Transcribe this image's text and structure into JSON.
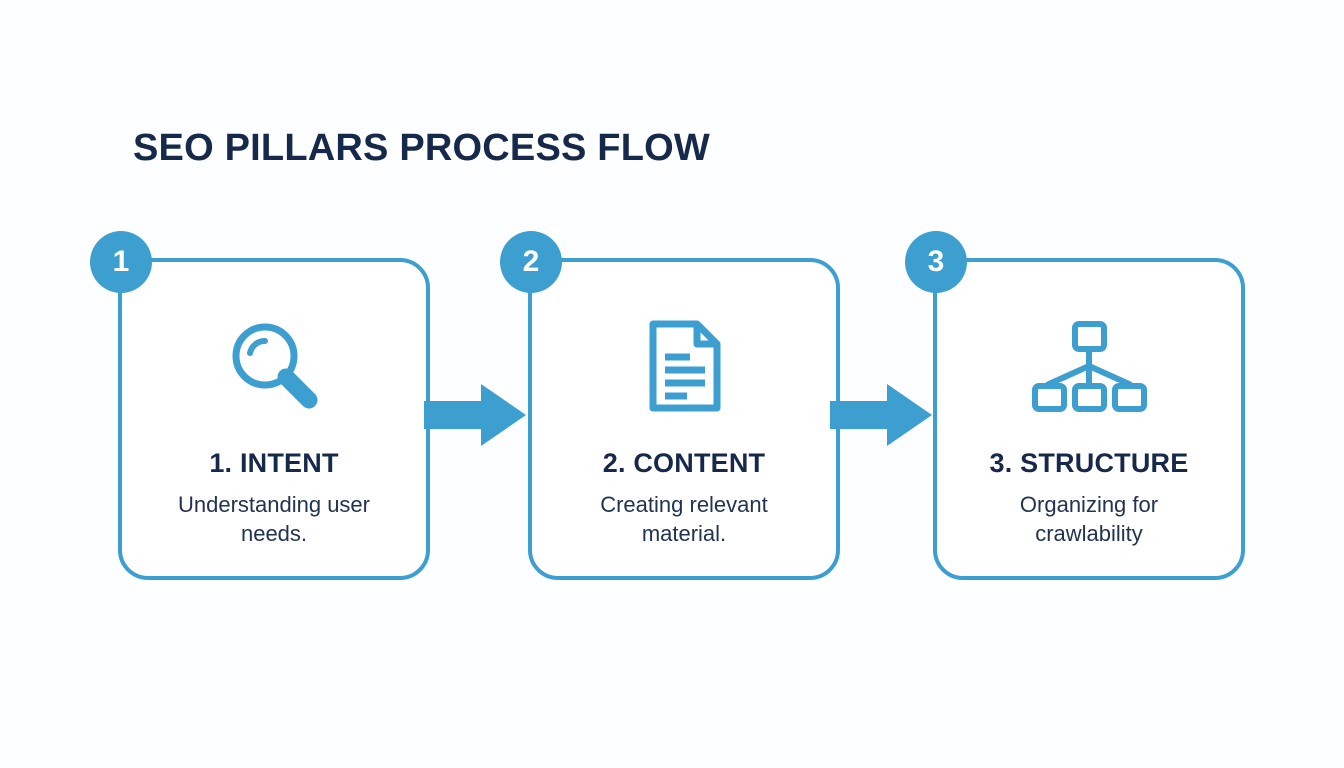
{
  "page": {
    "title": "SEO PILLARS PROCESS FLOW",
    "background_color": "#fdfeff",
    "accent_color": "#3d9fd0",
    "text_color": "#16294a"
  },
  "flow": {
    "steps": [
      {
        "badge": "1",
        "icon": "magnifying-glass-icon",
        "title": "1. INTENT",
        "description": "Understanding user needs."
      },
      {
        "badge": "2",
        "icon": "document-icon",
        "title": "2. CONTENT",
        "description": "Creating relevant material."
      },
      {
        "badge": "3",
        "icon": "hierarchy-icon",
        "title": "3. STRUCTURE",
        "description": "Organizing for crawlability"
      }
    ],
    "connectors": [
      {
        "name": "arrow-right-icon",
        "from": "1. INTENT",
        "to": "2. CONTENT"
      },
      {
        "name": "arrow-right-icon",
        "from": "2. CONTENT",
        "to": "3. STRUCTURE"
      }
    ]
  }
}
